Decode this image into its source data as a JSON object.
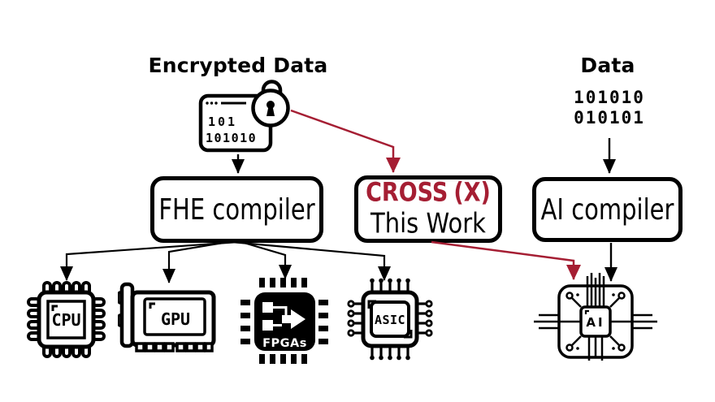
{
  "figure": {
    "background": "#ffffff",
    "accent_red": "#a51e33",
    "ink": "#000000"
  },
  "titles": {
    "encrypted_data": "Encrypted Data",
    "data": "Data"
  },
  "encrypted_data_icon": {
    "binary_row1": "101",
    "binary_row2": "101010"
  },
  "data_binary": {
    "row1": "101010",
    "row2": "010101"
  },
  "boxes": {
    "fhe_compiler": {
      "label": "FHE compiler"
    },
    "cross": {
      "title_word": "CROSS",
      "paren_open": "(",
      "x_letter": "X",
      "paren_close": ")",
      "subtitle": "This Work"
    },
    "ai_compiler": {
      "label": "AI compiler"
    }
  },
  "hardware_targets": {
    "cpu": {
      "label": "CPU"
    },
    "gpu": {
      "label": "GPU"
    },
    "fpga": {
      "label": "FPGAs"
    },
    "asic": {
      "label": "ASIC"
    },
    "ai_chip": {
      "label": "AI"
    }
  }
}
